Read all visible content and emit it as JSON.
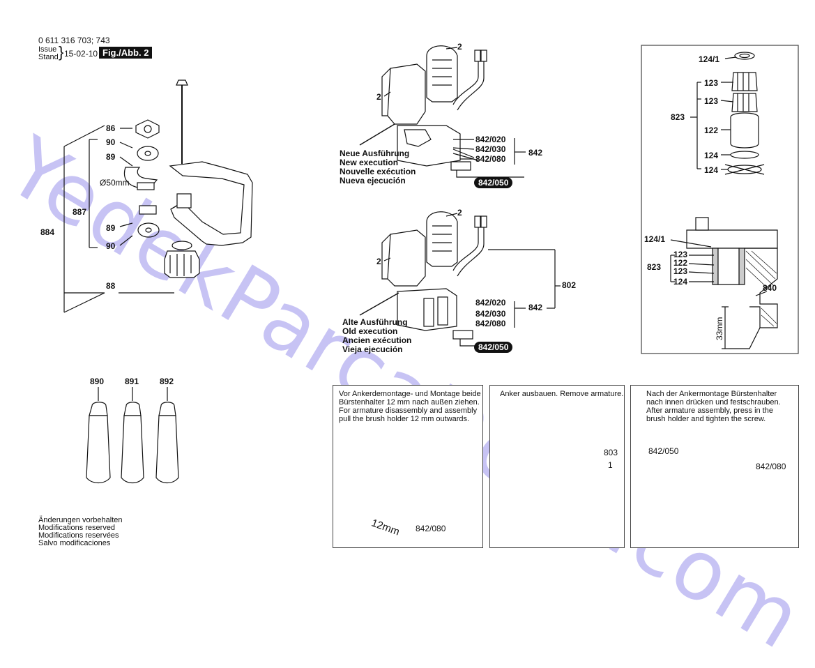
{
  "header": {
    "doc_number": "0 611 316 703; 743",
    "issue_label": "Issue",
    "stand_label": "Stand",
    "date": "15-02-10",
    "figure_label": "Fig./Abb. 2"
  },
  "handle_parts": [
    "86",
    "90",
    "89",
    "887",
    "884",
    "89",
    "90",
    "88"
  ],
  "diameter_label": "Ø50mm",
  "tubes": [
    "890",
    "891",
    "892"
  ],
  "new_execution": {
    "lines": [
      "Neue Ausführung",
      "New execution",
      "Nouvelle exécution",
      "Nueva ejecución"
    ],
    "coil_label_top": "2",
    "coil_label_left": "2",
    "parts": [
      "842/020",
      "842/030",
      "842/080"
    ],
    "group": "842",
    "pill": "842/050"
  },
  "old_execution": {
    "lines": [
      "Alte Ausführung",
      "Old execution",
      "Ancien exécution",
      "Vieja ejecución"
    ],
    "coil_label_top": "2",
    "coil_label_left": "2",
    "parts": [
      "842/020",
      "842/030",
      "842/080"
    ],
    "group": "842",
    "assembly": "802",
    "pill": "842/050"
  },
  "bearing_panel": {
    "top_labels": [
      "124/1",
      "123",
      "123",
      "823",
      "122",
      "124",
      "124"
    ],
    "lower_labels": [
      "124/1",
      "123",
      "122",
      "823",
      "123",
      "124",
      "840"
    ],
    "dimension": "33mm"
  },
  "footer": {
    "lines": [
      "Änderungen vorbehalten",
      "Modifications reserved",
      "Modifications reservées",
      "Salvo modificaciones"
    ]
  },
  "steps": [
    {
      "text": [
        "Vor Ankerdemontage- und Montage beide",
        "Bürstenhalter 12 mm nach außen ziehen.",
        "For armature disassembly and assembly",
        "pull the brush holder 12 mm outwards."
      ],
      "labels": [
        "842/080"
      ],
      "dimension": "12mm"
    },
    {
      "text": [
        "Anker ausbauen. Remove armature."
      ],
      "labels": [
        "803",
        "1"
      ]
    },
    {
      "text": [
        "Nach der Ankermontage Bürstenhalter",
        "nach innen drücken und festschrauben.",
        "After armature assembly, press in the",
        "brush holder and tighten the screw."
      ],
      "labels": [
        "842/050",
        "842/080"
      ]
    }
  ],
  "watermark": "YedekParcaDepo.com"
}
